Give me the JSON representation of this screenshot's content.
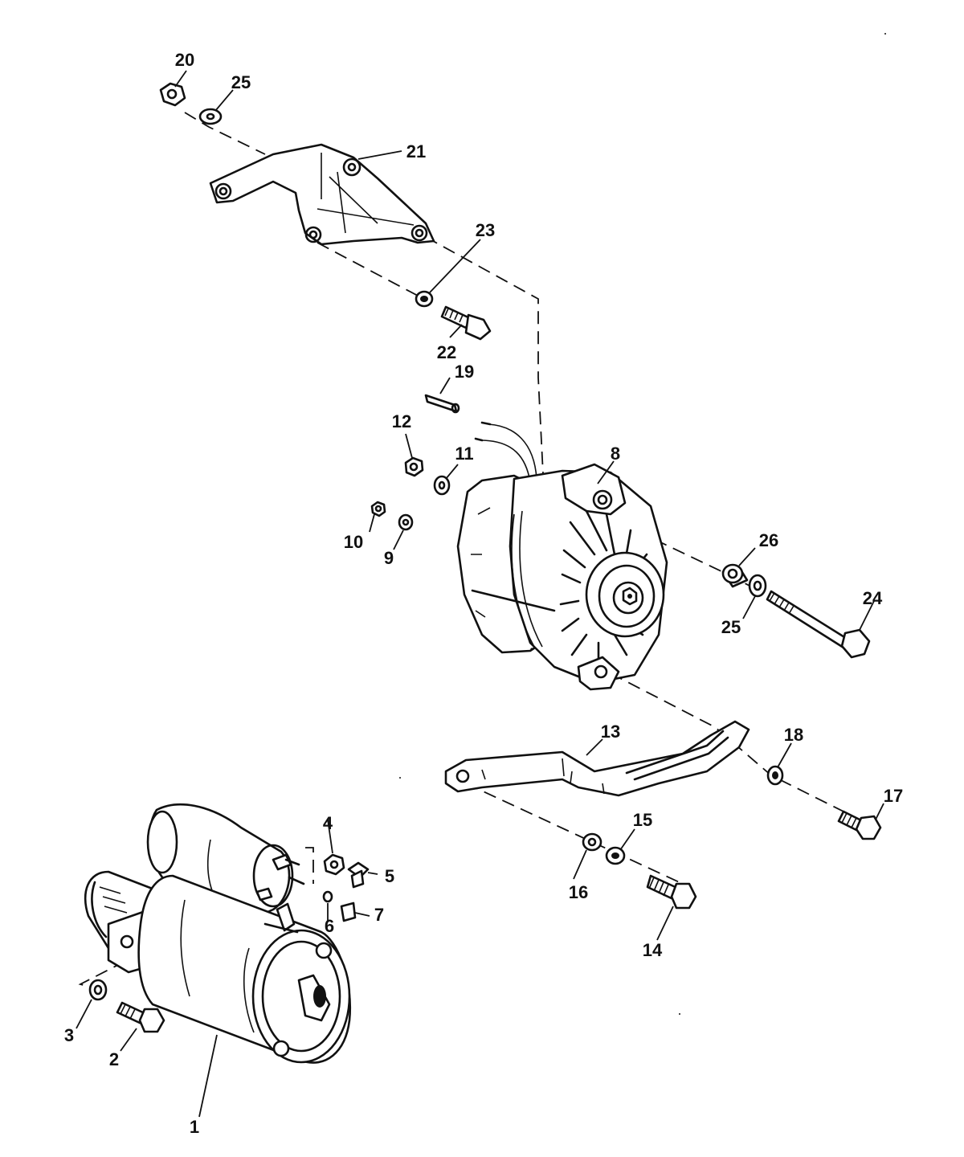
{
  "diagram": {
    "callouts": [
      {
        "id": "1",
        "text": "1"
      },
      {
        "id": "2",
        "text": "2"
      },
      {
        "id": "3",
        "text": "3"
      },
      {
        "id": "4",
        "text": "4"
      },
      {
        "id": "5",
        "text": "5"
      },
      {
        "id": "6",
        "text": "6"
      },
      {
        "id": "7",
        "text": "7"
      },
      {
        "id": "8",
        "text": "8"
      },
      {
        "id": "9",
        "text": "9"
      },
      {
        "id": "10",
        "text": "10"
      },
      {
        "id": "11",
        "text": "11"
      },
      {
        "id": "12",
        "text": "12"
      },
      {
        "id": "13",
        "text": "13"
      },
      {
        "id": "14",
        "text": "14"
      },
      {
        "id": "15",
        "text": "15"
      },
      {
        "id": "16",
        "text": "16"
      },
      {
        "id": "17",
        "text": "17"
      },
      {
        "id": "18",
        "text": "18"
      },
      {
        "id": "19",
        "text": "19"
      },
      {
        "id": "20",
        "text": "20"
      },
      {
        "id": "21",
        "text": "21"
      },
      {
        "id": "22",
        "text": "22"
      },
      {
        "id": "23",
        "text": "23"
      },
      {
        "id": "24",
        "text": "24"
      },
      {
        "id": "25a",
        "text": "25"
      },
      {
        "id": "25b",
        "text": "25"
      },
      {
        "id": "26",
        "text": "26"
      }
    ]
  }
}
